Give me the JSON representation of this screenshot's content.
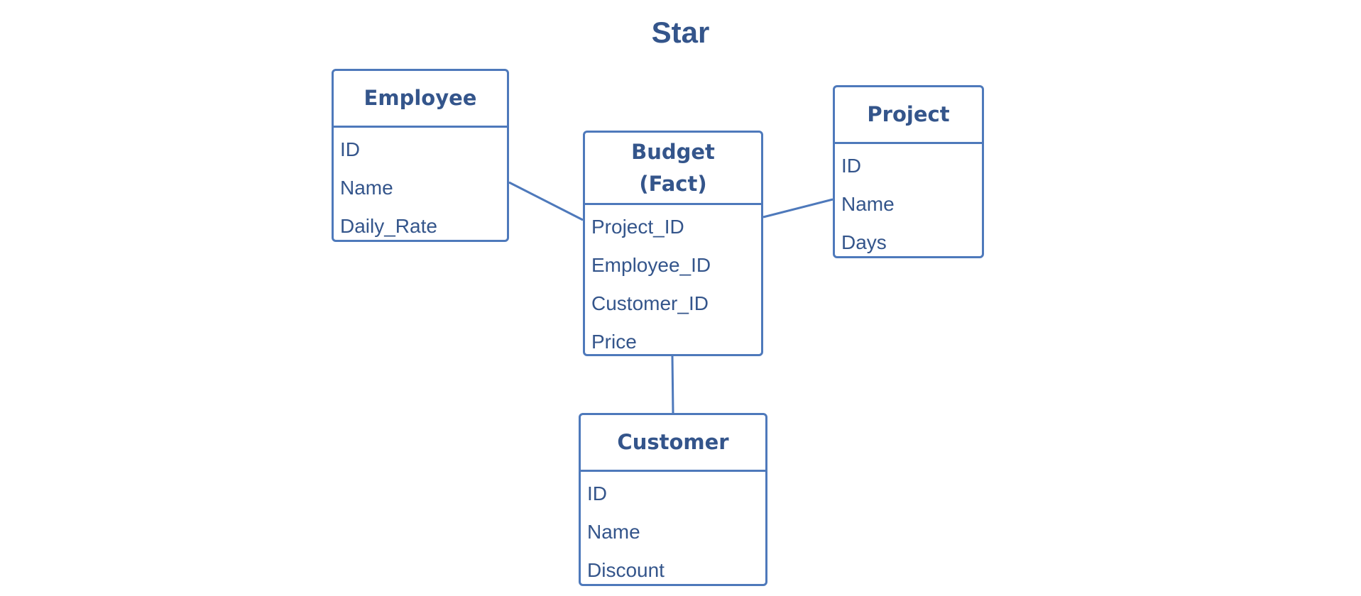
{
  "diagram": {
    "title": "Star",
    "entities": {
      "employee": {
        "name": "Employee",
        "fields": [
          "ID",
          "Name",
          "Daily_Rate"
        ]
      },
      "budget": {
        "name_line1": "Budget",
        "name_line2": "(Fact)",
        "fields": [
          "Project_ID",
          "Employee_ID",
          "Customer_ID",
          "Price"
        ]
      },
      "project": {
        "name": "Project",
        "fields": [
          "ID",
          "Name",
          "Days"
        ]
      },
      "customer": {
        "name": "Customer",
        "fields": [
          "ID",
          "Name",
          "Discount"
        ]
      }
    },
    "relationships": [
      {
        "from": "employee",
        "to": "budget"
      },
      {
        "from": "project",
        "to": "budget"
      },
      {
        "from": "customer",
        "to": "budget"
      }
    ],
    "colors": {
      "border": "#4e79bb",
      "text": "#34558b"
    }
  }
}
